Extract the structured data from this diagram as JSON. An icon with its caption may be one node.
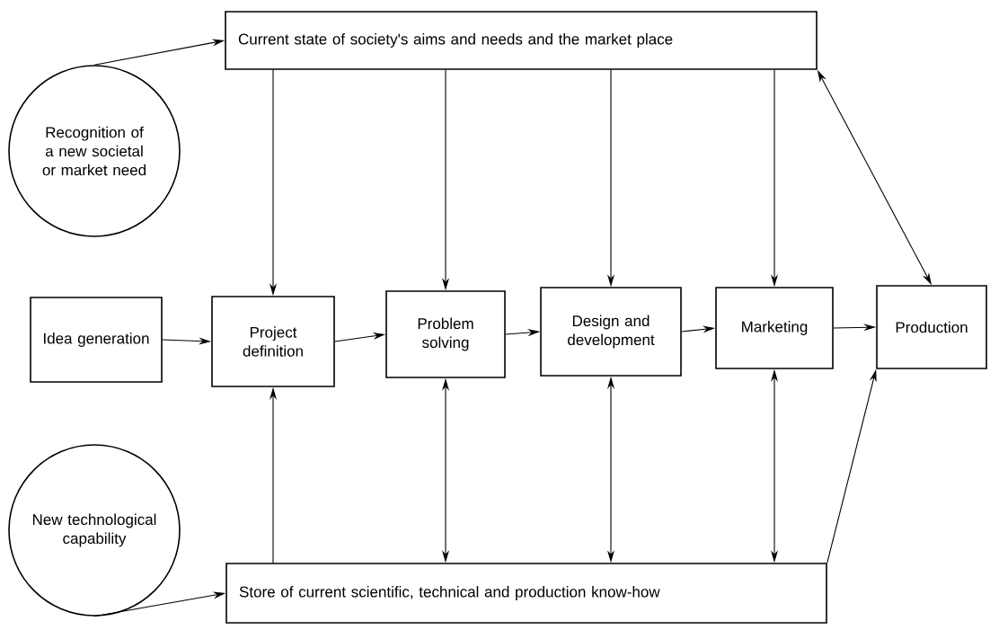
{
  "diagram": {
    "nodes": [
      {
        "text": [
          "Recognition of a new societal or market need"
        ]
      },
      {
        "text": [
          "Current state of society's aims and needs and the market place"
        ]
      },
      {
        "text": [
          "New technological capability"
        ]
      },
      {
        "text": [
          "Store of current scientific, technical and production know-how"
        ]
      },
      {
        "text": [
          "Idea generation"
        ]
      },
      {
        "text": [
          "Project definition"
        ]
      },
      {
        "text": [
          "Problem solving"
        ]
      },
      {
        "text": [
          "Design and development"
        ]
      },
      {
        "text": [
          "Marketing"
        ]
      },
      {
        "text": [
          "Production"
        ]
      }
    ],
    "edges": [
      {
        "from": 0,
        "to": 1,
        "arrow": "to"
      },
      {
        "from": 1,
        "to": 5,
        "arrow": "to"
      },
      {
        "from": 1,
        "to": 6,
        "arrow": "to"
      },
      {
        "from": 1,
        "to": 7,
        "arrow": "to"
      },
      {
        "from": 1,
        "to": 8,
        "arrow": "to"
      },
      {
        "from": 1,
        "to": 9,
        "arrow": "both"
      },
      {
        "from": 4,
        "to": 5,
        "arrow": "to"
      },
      {
        "from": 5,
        "to": 6,
        "arrow": "to"
      },
      {
        "from": 6,
        "to": 7,
        "arrow": "to"
      },
      {
        "from": 7,
        "to": 8,
        "arrow": "to"
      },
      {
        "from": 8,
        "to": 9,
        "arrow": "to"
      },
      {
        "from": 3,
        "to": 5,
        "arrow": "to"
      },
      {
        "from": 3,
        "to": 6,
        "arrow": "both"
      },
      {
        "from": 3,
        "to": 7,
        "arrow": "both"
      },
      {
        "from": 3,
        "to": 8,
        "arrow": "both"
      },
      {
        "from": 3,
        "to": 9,
        "arrow": "to"
      },
      {
        "from": 2,
        "to": 3,
        "arrow": "to"
      }
    ]
  }
}
